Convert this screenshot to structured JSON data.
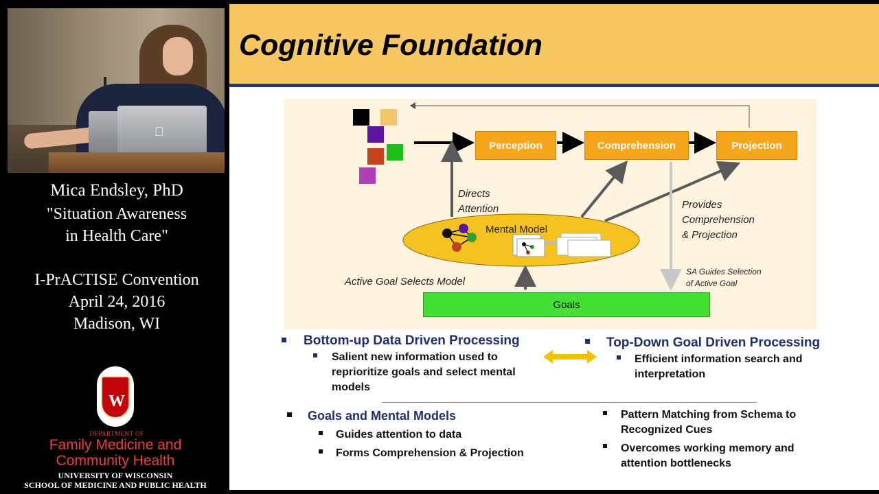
{
  "sidebar": {
    "speaker": "Mica Endsley, PhD",
    "talk_line1": "\"Situation Awareness",
    "talk_line2": "in Health Care\"",
    "convention": "I-PrACTISE Convention",
    "date": "April 24, 2016",
    "location": "Madison, WI",
    "dept_small": "DEPARTMENT OF",
    "dept_line1": "Family Medicine and",
    "dept_line2": "Community Health",
    "univ_line1": "UNIVERSITY OF WISCONSIN",
    "univ_line2": "SCHOOL OF MEDICINE AND PUBLIC HEALTH",
    "crest_letter": "W"
  },
  "slide": {
    "title": "Cognitive Foundation",
    "diagram": {
      "perception": "Perception",
      "comprehension": "Comprehension",
      "projection": "Projection",
      "mental_model": "Mental Model",
      "goals": "Goals",
      "directs_attention_1": "Directs",
      "directs_attention_2": "Attention",
      "provides_1": "Provides",
      "provides_2": "Comprehension",
      "provides_3": "& Projection",
      "active_goal": "Active Goal Selects Model",
      "sa_guides_1": "SA Guides Selection",
      "sa_guides_2": "of Active Goal"
    },
    "left_col": {
      "heading": "Bottom-up Data Driven Processing",
      "sub1_line1": "Salient new information used to",
      "sub1_line2": "reprioritize goals and select mental",
      "sub1_line3": "models"
    },
    "right_col": {
      "heading": "Top-Down Goal Driven Processing",
      "sub1_line1": "Efficient information search and",
      "sub1_line2": "interpretation"
    },
    "lower_left": {
      "heading": "Goals and Mental Models",
      "item1": "Guides attention to data",
      "item2": "Forms Comprehension & Projection"
    },
    "lower_right": {
      "item1_line1": "Pattern Matching from Schema to",
      "item1_line2": "Recognized Cues",
      "item2_line1": "Overcomes working memory and",
      "item2_line2": "attention bottlenecks"
    },
    "colors": {
      "header": "#f7c862",
      "rule": "#1f3c6e",
      "box": "#f5a61b",
      "goals": "#44e033",
      "ellipse": "#f5c220"
    }
  }
}
